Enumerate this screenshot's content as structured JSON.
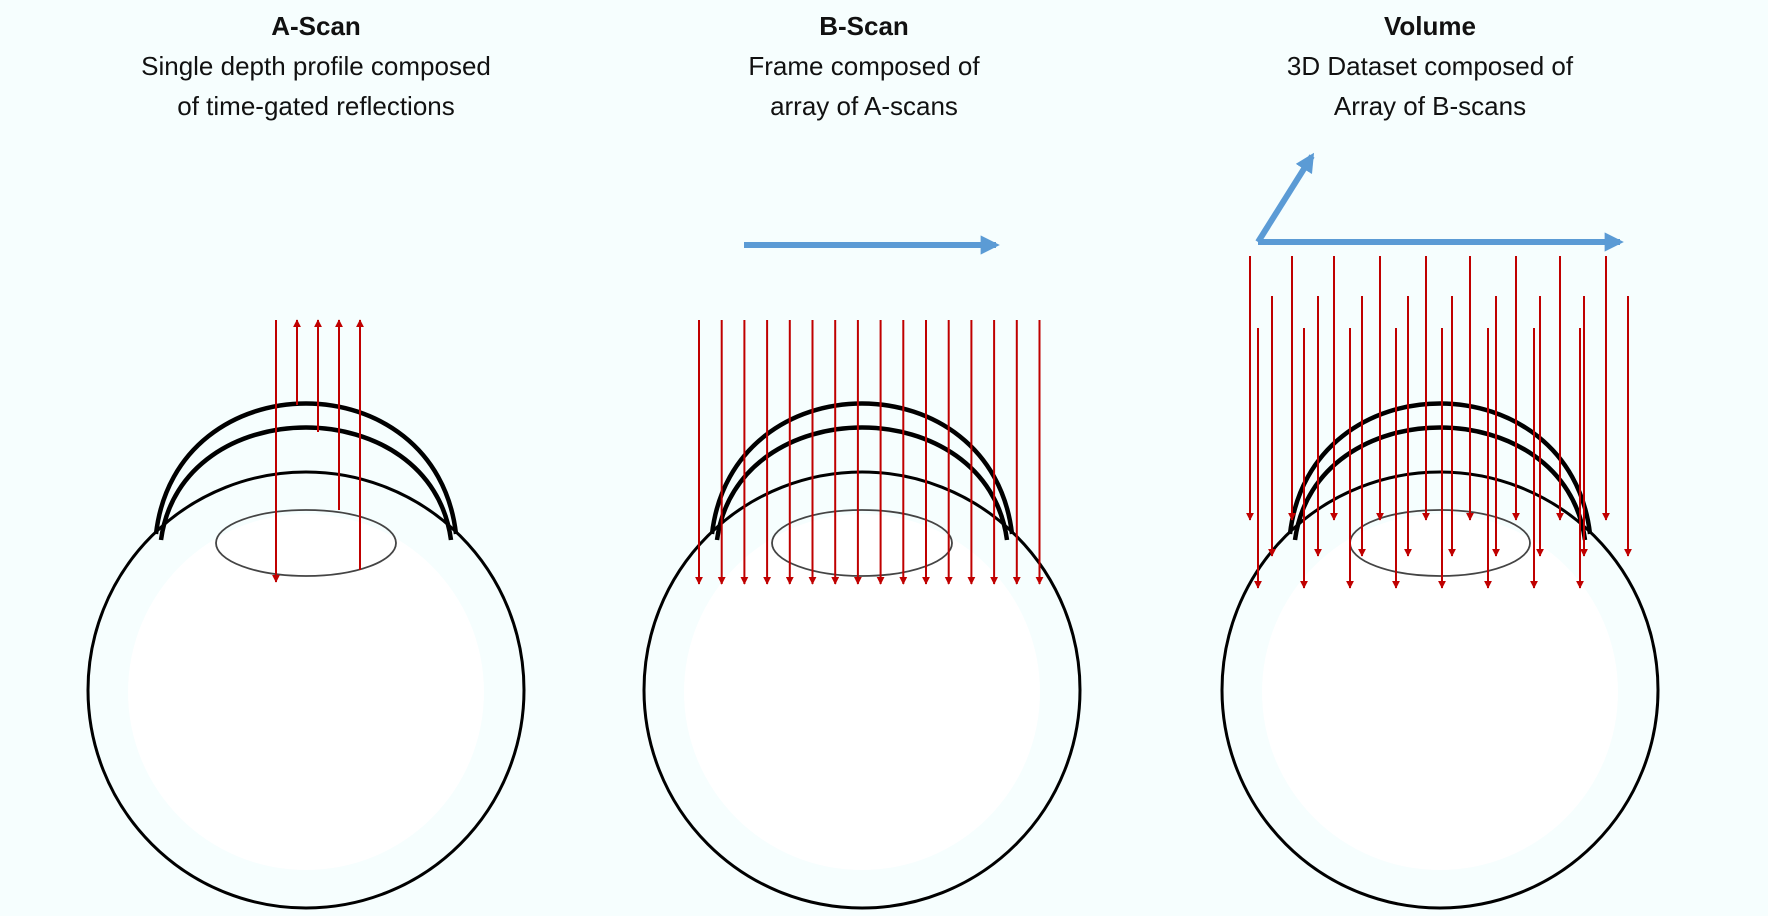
{
  "panels": [
    {
      "title": "A-Scan",
      "description_line1": "Single depth profile composed",
      "description_line2": "of time-gated reflections"
    },
    {
      "title": "B-Scan",
      "description_line1": "Frame composed of",
      "description_line2": "array of A-scans"
    },
    {
      "title": "Volume",
      "description_line1": "3D Dataset composed of",
      "description_line2": "Array of B-scans"
    }
  ],
  "colors": {
    "background": "#f6fefe",
    "beam": "#c00000",
    "scan_direction_arrow": "#5b9bd5",
    "outline": "#000000"
  }
}
